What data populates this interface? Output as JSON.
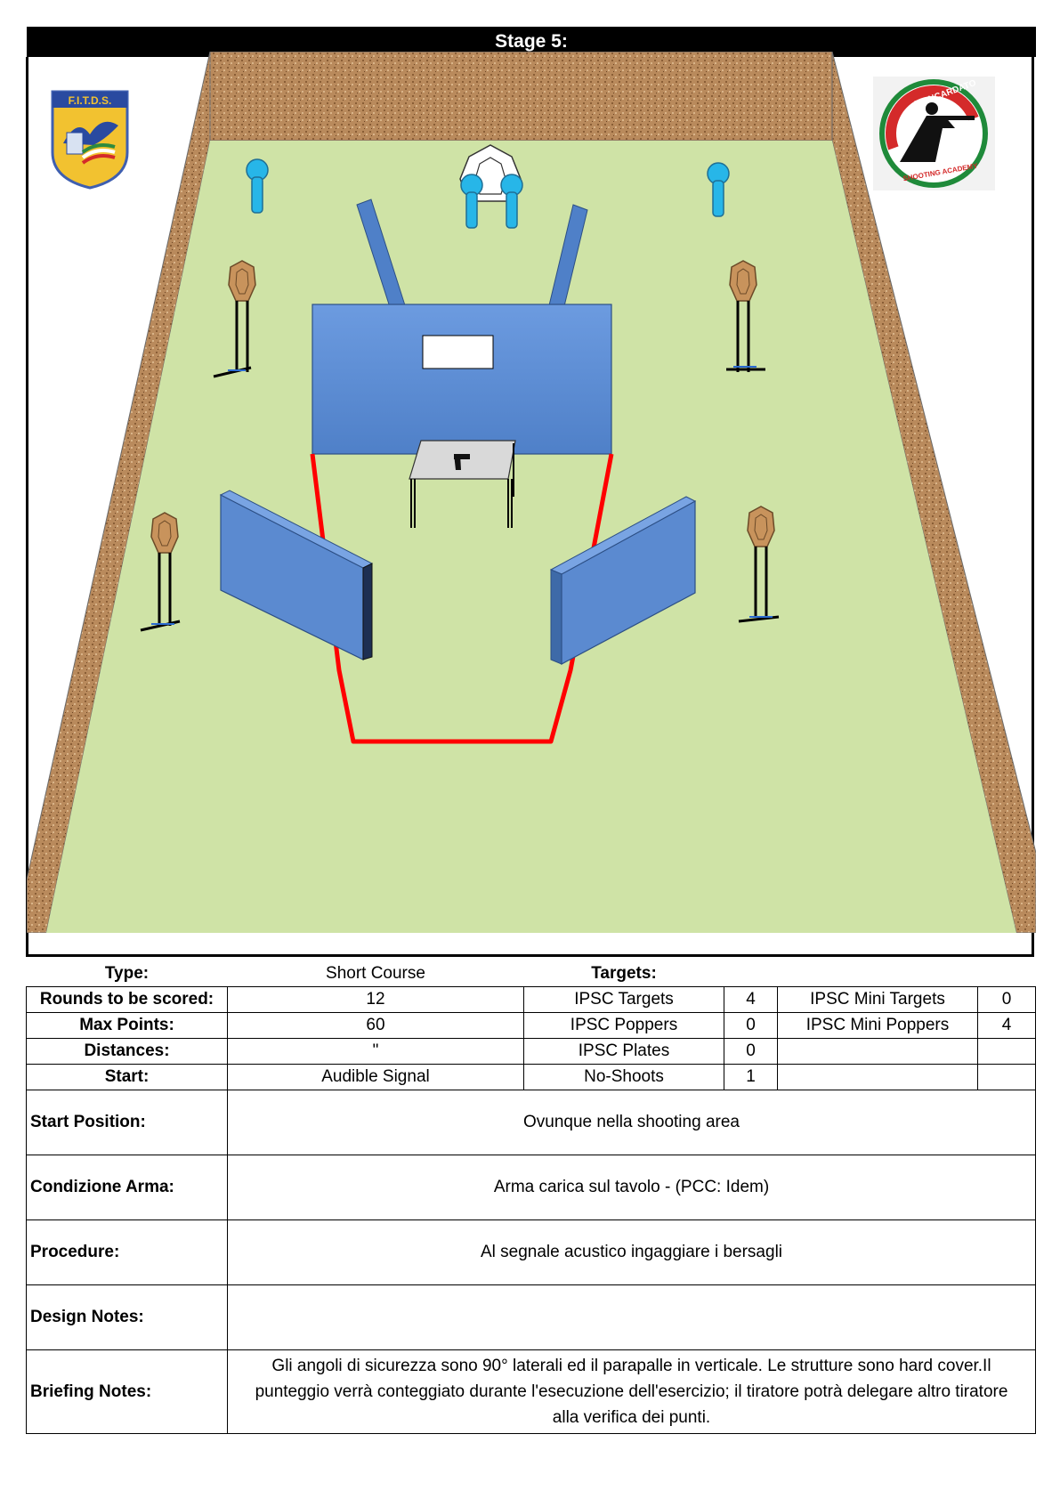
{
  "title": "Stage 5:",
  "logos": {
    "left_text": "F.I.T.D.S.",
    "right_text_top": "PIANCARDATO",
    "right_text_bottom": "SHOOTING ACADEMY"
  },
  "colors": {
    "grass": "#cfe3a6",
    "berm": "#b98a5c",
    "wall": "#5b8ad0",
    "fault_line": "#ff0000",
    "popper": "#27b6e8",
    "target": "#c8935c"
  },
  "info": {
    "type_label": "Type:",
    "type_value": "Short Course",
    "targets_label": "Targets:",
    "rounds_label": "Rounds to be scored:",
    "rounds_value": "12",
    "maxpoints_label": "Max Points:",
    "maxpoints_value": "60",
    "distances_label": "Distances:",
    "distances_value": "\"",
    "start_label": "Start:",
    "start_value": "Audible Signal",
    "ipsc_targets_label": "IPSC Targets",
    "ipsc_targets_value": "4",
    "ipsc_poppers_label": "IPSC Poppers",
    "ipsc_poppers_value": "0",
    "ipsc_plates_label": "IPSC Plates",
    "ipsc_plates_value": "0",
    "noshoots_label": "No-Shoots",
    "noshoots_value": "1",
    "mini_targets_label": "IPSC Mini Targets",
    "mini_targets_value": "0",
    "mini_poppers_label": "IPSC Mini Poppers",
    "mini_poppers_value": "4",
    "start_position_label": "Start Position:",
    "start_position_value": "Ovunque nella shooting area",
    "condizione_label": "Condizione Arma:",
    "condizione_value": "Arma carica sul tavolo - (PCC: Idem)",
    "procedure_label": "Procedure:",
    "procedure_value": "Al segnale acustico ingaggiare i bersagli",
    "design_label": "Design Notes:",
    "design_value": "",
    "briefing_label": "Briefing Notes:",
    "briefing_value": "Gli angoli di sicurezza sono 90° laterali ed il parapalle in verticale. Le strutture sono hard cover.Il punteggio verrà conteggiato durante l'esecuzione dell'esercizio; il tiratore potrà delegare altro tiratore alla verifica  dei punti."
  }
}
